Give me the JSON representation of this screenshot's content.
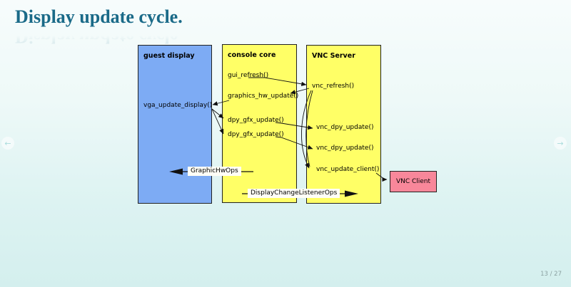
{
  "slide": {
    "title": "Display update cycle.",
    "page_number": "13 / 27"
  },
  "colors": {
    "title_text": "#1a6a88",
    "guest_display_box": "#7dabf4",
    "console_core_box": "#ffff66",
    "vnc_server_box": "#ffff66",
    "vnc_client_box": "#f8879a",
    "box_border": "#222222",
    "background_top": "#f7fcfc",
    "background_bottom": "#d4efee",
    "arrow_stroke": "#111111",
    "page_number_text": "#8ba1a1"
  },
  "diagram": {
    "boxes": [
      {
        "name": "guest-display",
        "title": "guest display"
      },
      {
        "name": "console-core",
        "title": "console core"
      },
      {
        "name": "vnc-server",
        "title": "VNC Server"
      },
      {
        "name": "vnc-client",
        "title": "VNC Client"
      }
    ],
    "labels": [
      {
        "name": "gui_refresh",
        "box": "console-core",
        "text": "gui_refresh()"
      },
      {
        "name": "graphics_hw_update",
        "box": "console-core",
        "text": "graphics_hw_update()"
      },
      {
        "name": "vga_update_display",
        "box": "guest-display",
        "text": "vga_update_display()"
      },
      {
        "name": "dpy_gfx_update_1",
        "box": "console-core",
        "text": "dpy_gfx_update()"
      },
      {
        "name": "dpy_gfx_update_2",
        "box": "console-core",
        "text": "dpy_gfx_update()"
      },
      {
        "name": "vnc_refresh",
        "box": "vnc-server",
        "text": "vnc_refresh()"
      },
      {
        "name": "vnc_dpy_update_1",
        "box": "vnc-server",
        "text": "vnc_dpy_update()"
      },
      {
        "name": "vnc_dpy_update_2",
        "box": "vnc-server",
        "text": "vnc_dpy_update()"
      },
      {
        "name": "vnc_update_client",
        "box": "vnc-server",
        "text": "vnc_update_client()"
      }
    ],
    "annotations": [
      {
        "name": "graphic-hw-ops",
        "text": "GraphicHwOps",
        "direction": "left"
      },
      {
        "name": "display-change-listener-ops",
        "text": "DisplayChangeListenerOps",
        "direction": "right"
      }
    ],
    "edges": [
      {
        "from": "gui_refresh",
        "to": "vnc_refresh"
      },
      {
        "from": "vnc_refresh",
        "to": "graphics_hw_update"
      },
      {
        "from": "graphics_hw_update",
        "to": "vga_update_display"
      },
      {
        "from": "vga_update_display",
        "to": "dpy_gfx_update_1"
      },
      {
        "from": "vga_update_display",
        "to": "dpy_gfx_update_2"
      },
      {
        "from": "dpy_gfx_update_1",
        "to": "vnc_dpy_update_1"
      },
      {
        "from": "dpy_gfx_update_2",
        "to": "vnc_dpy_update_2"
      },
      {
        "from": "vnc_refresh",
        "to": "vnc_update_client"
      },
      {
        "from": "vnc_update_client",
        "to": "vnc-client"
      }
    ]
  },
  "nav": {
    "prev_icon": "left-arrow",
    "next_icon": "right-arrow"
  }
}
